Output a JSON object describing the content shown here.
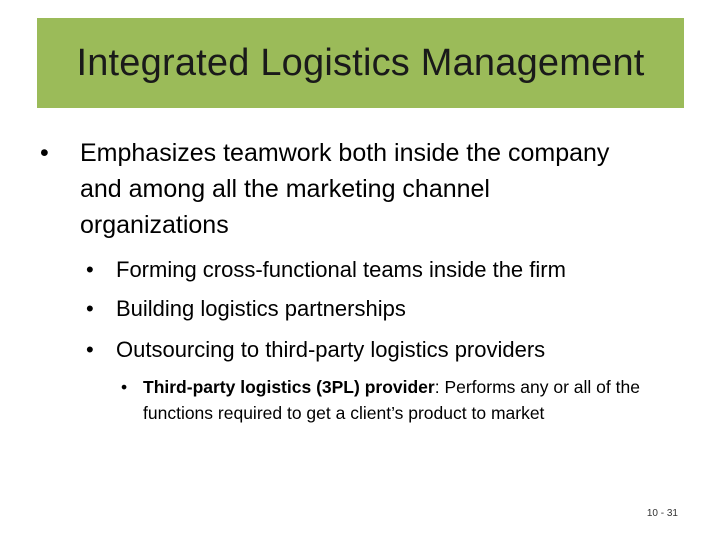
{
  "slide": {
    "title": "Integrated Logistics Management",
    "bullet_char": "•",
    "main_bullet": "Emphasizes teamwork both inside the company and among all the marketing channel organizations",
    "sub_bullets": [
      "Forming cross-functional teams inside the firm",
      "Building logistics partnerships",
      "Outsourcing to third-party logistics providers"
    ],
    "definition": {
      "term": "Third-party logistics (3PL) provider",
      "text": ": Performs any or all of the functions required to get a client’s product to market"
    },
    "page_number": "10 - 31",
    "colors": {
      "title_bar": "#9bbb59",
      "text": "#000000"
    }
  }
}
